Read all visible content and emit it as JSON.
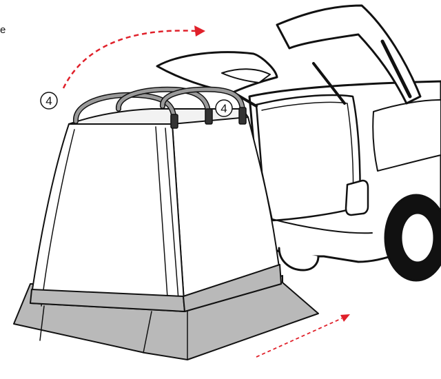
{
  "figure": {
    "edge_text": "e",
    "step_marker_left": "4",
    "step_marker_right": "4"
  },
  "colors": {
    "outline": "#111111",
    "tent_fill": "#ffffff",
    "ground_sheet": "#b9b9b9",
    "pole": "#9a9a9a",
    "strap": "#333333",
    "motion_arrow": "#e0202a"
  },
  "icons": {
    "motion_arrow_top": "dashed-curved-arrow",
    "motion_arrow_bottom": "dashed-straight-arrow"
  }
}
